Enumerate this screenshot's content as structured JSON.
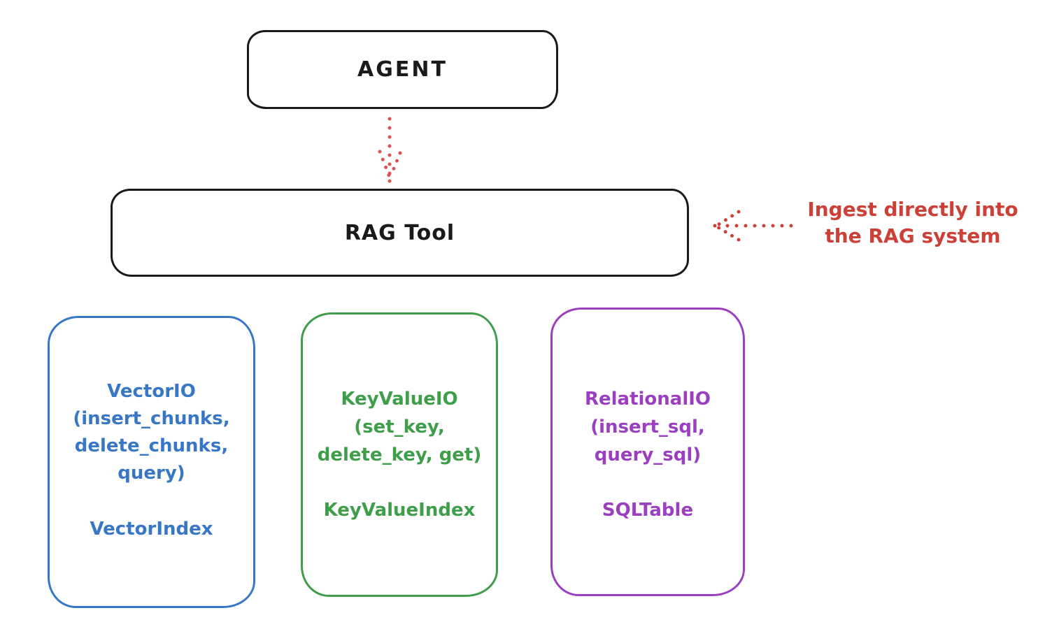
{
  "diagram": {
    "background": "#ffffff",
    "nodes": {
      "agent": {
        "label": "AGENT",
        "stroke": "#1a1a1a"
      },
      "rag_tool": {
        "label": "RAG Tool",
        "stroke": "#1a1a1a"
      }
    },
    "annotation": {
      "color": "#cd4038",
      "lines": [
        "Ingest directly into",
        "the RAG system"
      ]
    },
    "arrows": [
      {
        "name": "agent-to-rag-arrow",
        "style": "dotted",
        "color": "#df5050",
        "direction": "down",
        "from": "AGENT",
        "to": "RAG Tool"
      },
      {
        "name": "ingest-annotation-arrow",
        "style": "dotted",
        "color": "#cd4038",
        "direction": "left",
        "from": "annotation",
        "to": "RAG Tool"
      }
    ],
    "stores": [
      {
        "name": "vector-io",
        "color": "#3877c6",
        "lines": [
          "VectorIO",
          "(insert_chunks,",
          "delete_chunks,",
          "query)"
        ],
        "footer": "VectorIndex"
      },
      {
        "name": "key-value-io",
        "color": "#3f9e4a",
        "lines": [
          "KeyValueIO",
          "(set_key,",
          "delete_key, get)"
        ],
        "footer": "KeyValueIndex"
      },
      {
        "name": "relational-io",
        "color": "#9b3fc0",
        "lines": [
          "RelationalIO",
          "(insert_sql,",
          "query_sql)"
        ],
        "footer": "SQLTable"
      }
    ]
  }
}
